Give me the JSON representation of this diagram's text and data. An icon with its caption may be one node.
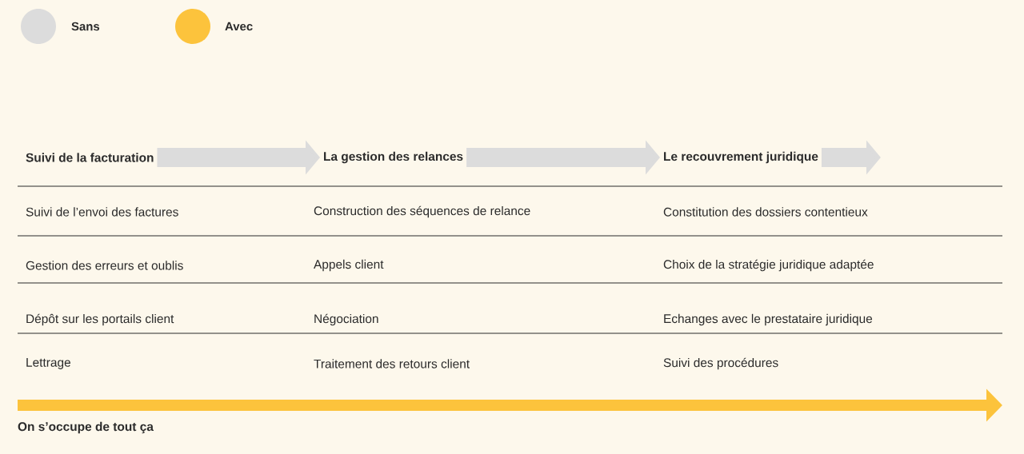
{
  "diagram": {
    "nodes": [
      {
        "text": [
          "Suivi de la facturation"
        ]
      },
      {
        "text": [
          "La gestion des relances"
        ]
      },
      {
        "text": [
          "Le recouvrement juridique"
        ]
      }
    ],
    "edges": [
      {
        "from": 0,
        "to": 1,
        "arrow": "to"
      },
      {
        "from": 1,
        "to": 2,
        "arrow": "to"
      },
      {
        "from": 2,
        "to": null,
        "arrow": "to"
      }
    ],
    "labels": [
      "Suivi de l’envoi des factures",
      "Construction des séquences de relance",
      "Constitution des dossiers contentieux",
      "Gestion des erreurs et oublis",
      "Appels client",
      "Choix de la stratégie juridique adaptée",
      "Dépôt sur les portails client",
      "Négociation",
      "Echanges avec le prestataire juridique",
      "Lettrage",
      "Traitement des retours client",
      "Suivi des procédures",
      "On s’occupe de tout ça"
    ],
    "legend": [
      {
        "text": "Sans",
        "color": "#dcdcdc"
      },
      {
        "text": "Avec",
        "color": "#fcc33c"
      }
    ]
  }
}
